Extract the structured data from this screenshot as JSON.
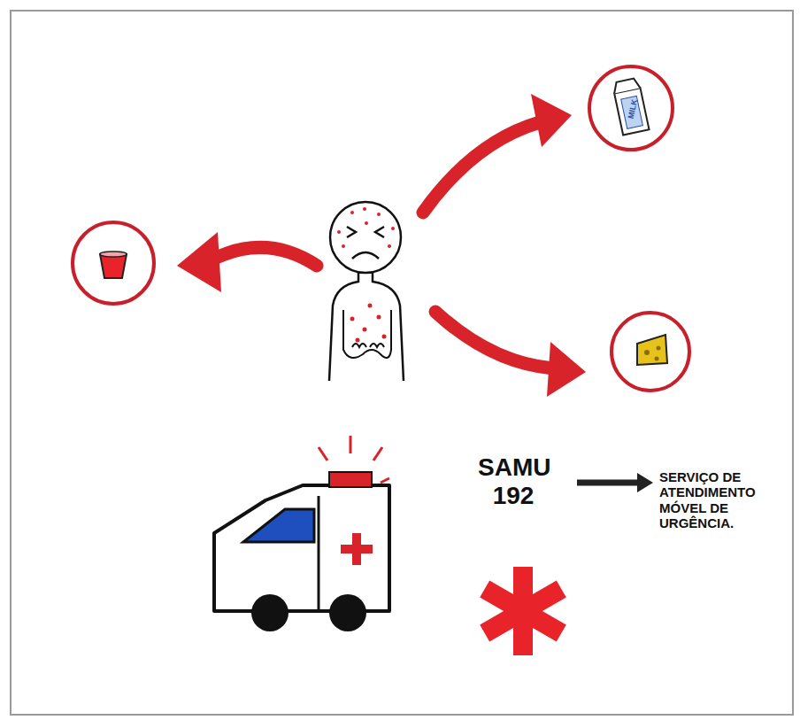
{
  "diagram": {
    "labels": [
      "SAMU 192",
      "SERVIÇO DE ATENDIMENTO MÓVEL DE URGÊNCIA.",
      "MILK"
    ]
  }
}
